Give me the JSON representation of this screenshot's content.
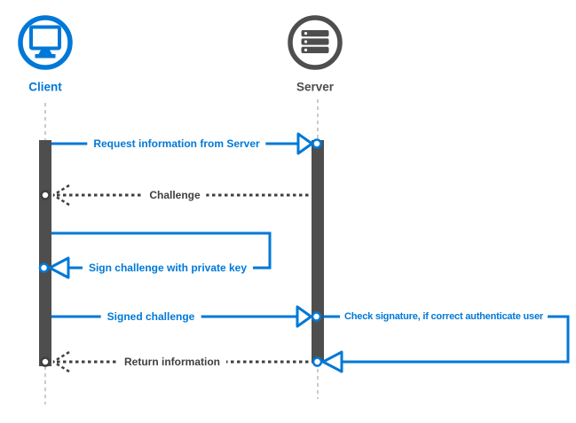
{
  "diagram_type": "sequence-diagram",
  "actors": [
    {
      "label": "Client",
      "icon": "monitor-icon",
      "color": "#0078D7"
    },
    {
      "label": "Server",
      "icon": "server-stack-icon",
      "color": "#4D4D4D"
    }
  ],
  "messages": [
    {
      "label": "Request information from Server",
      "from": "Client",
      "to": "Server",
      "line": "solid",
      "color": "#0078D7"
    },
    {
      "label": "Challenge",
      "from": "Server",
      "to": "Client",
      "line": "dashed",
      "color": "#3F3F3F"
    },
    {
      "label": "Sign challenge with private key",
      "from": "Client",
      "to": "Client",
      "line": "solid",
      "color": "#0078D7"
    },
    {
      "label": "Signed challenge",
      "from": "Client",
      "to": "Server",
      "line": "solid",
      "color": "#0078D7"
    },
    {
      "label": "Check signature, if correct authenticate user",
      "from": "Server",
      "to": "Server",
      "line": "solid",
      "color": "#0078D7"
    },
    {
      "label": "Return information",
      "from": "Server",
      "to": "Client",
      "line": "dashed",
      "color": "#3F3F3F"
    }
  ],
  "colors": {
    "accent_blue": "#0078D7",
    "activation_bar": "#4E4E4E",
    "dashed_message": "#3F3F3F",
    "lifeline": "#CBCBCB",
    "background": "#FFFFFF"
  }
}
